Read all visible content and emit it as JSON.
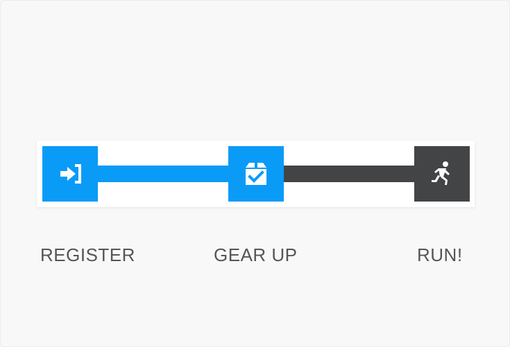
{
  "colors": {
    "accent": "#0a9bf7",
    "muted": "#434446",
    "label": "#555555"
  },
  "progress": {
    "completed_steps": 2,
    "total_steps": 3
  },
  "steps": [
    {
      "label": "REGISTER",
      "icon": "login-icon",
      "state": "done"
    },
    {
      "label": "GEAR UP",
      "icon": "box-check-icon",
      "state": "done"
    },
    {
      "label": "RUN!",
      "icon": "running-person-icon",
      "state": "todo"
    }
  ]
}
